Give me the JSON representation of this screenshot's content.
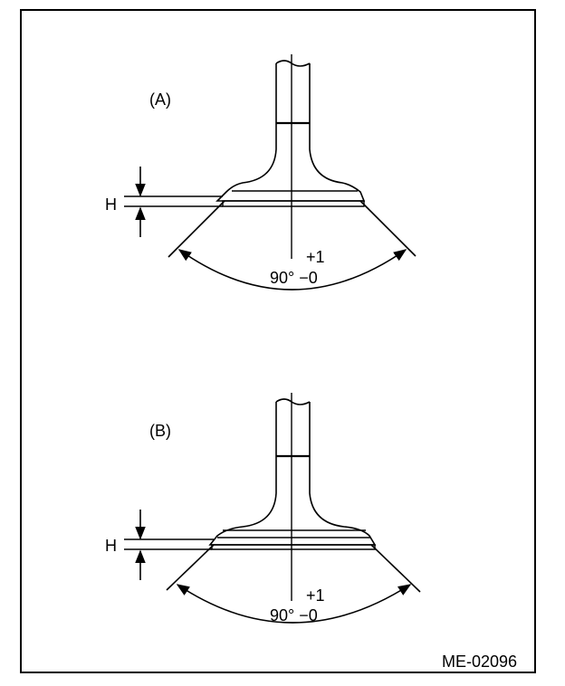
{
  "figure": {
    "code": "ME-02096",
    "views": [
      {
        "id": "A",
        "label": "(A)",
        "height_label": "H",
        "tol_upper": "+1",
        "angle_label": "90°  −0"
      },
      {
        "id": "B",
        "label": "(B)",
        "height_label": "H",
        "tol_upper": "+1",
        "angle_label": "90°  −0"
      }
    ]
  },
  "colors": {
    "line": "#000000",
    "background": "#ffffff"
  }
}
